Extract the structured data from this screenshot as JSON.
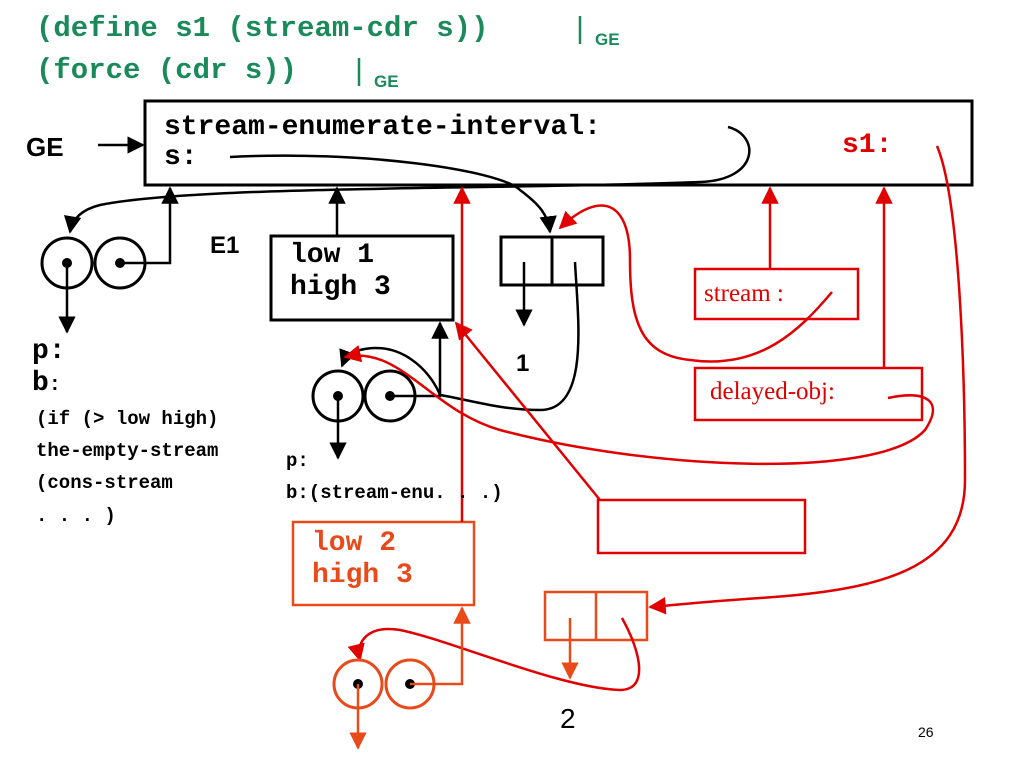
{
  "header": {
    "line1": "(define s1 (stream-cdr s))",
    "line1_env": "GE",
    "line2": "(force (cdr s))",
    "line2_env": "GE"
  },
  "global_env": {
    "label": "GE",
    "binding_sei": "stream-enumerate-interval:",
    "binding_s": "s:",
    "binding_s1": "s1:"
  },
  "procedure": {
    "param": "p:",
    "body_label": "b",
    "body_colon": ":",
    "body_lines": [
      "(if (> low high)",
      "the-empty-stream",
      "(cons-stream",
      ". . . )"
    ]
  },
  "frame_e1": {
    "label": "E1",
    "line1": "low 1",
    "line2": "high 3"
  },
  "inner_procedure": {
    "param": "p:",
    "body": "b:(stream-enu. . .)"
  },
  "pair_car_value": "1",
  "stream_obj": {
    "label": "stream :"
  },
  "delayed_obj": {
    "label": "delayed-obj:"
  },
  "frame_e2": {
    "line1": "low 2",
    "line2": "high 3"
  },
  "pair2_car_value": "2",
  "slide_number": "26",
  "colors": {
    "black": "#000000",
    "red": "#e00000",
    "orange": "#e84a1a",
    "green": "#1a8a5a"
  }
}
